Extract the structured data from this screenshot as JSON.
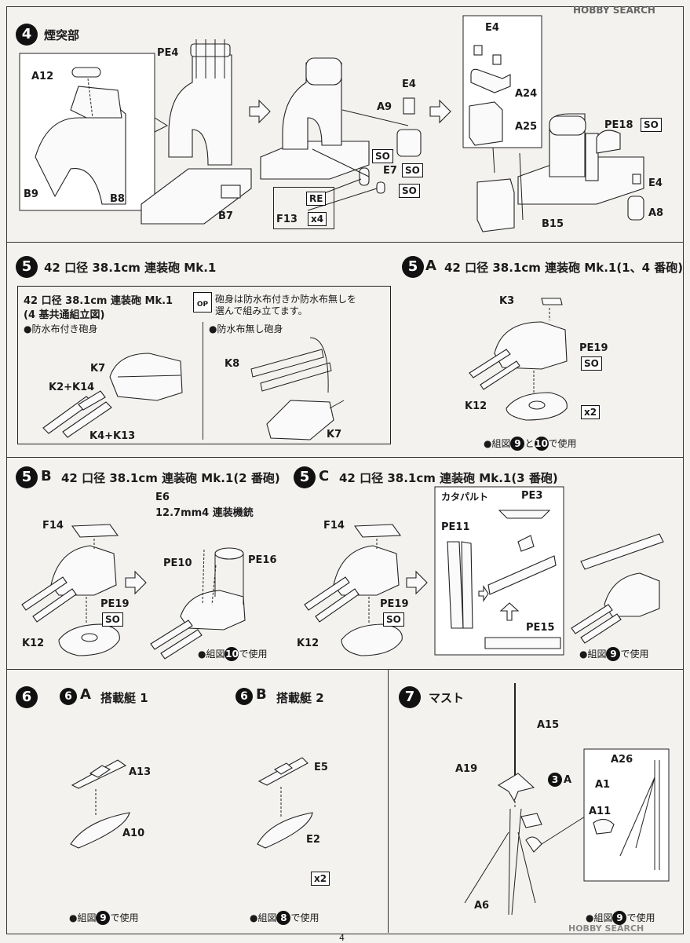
{
  "step4": {
    "num": "4",
    "title": "煙突部",
    "labels": {
      "a12": "A12",
      "pe4": "PE4",
      "b9": "B9",
      "b8": "B8",
      "b7": "B7",
      "a9": "A9",
      "e4a": "E4",
      "e7": "E7",
      "f13": "F13",
      "e4b": "E4",
      "a24": "A24",
      "a25": "A25",
      "pe18": "PE18",
      "e4c": "E4",
      "a8": "A8",
      "b15": "B15"
    },
    "badges": {
      "so1": "SO",
      "so2": "SO",
      "so3": "SO",
      "re": "RE",
      "x4": "x4",
      "so4": "SO"
    }
  },
  "step5": {
    "num": "5",
    "title": "42 口径 38.1cm 連装砲 Mk.1",
    "box_title_1": "42 口径 38.1cm 連装砲 Mk.1",
    "box_title_2": "(4 基共通組立図)",
    "op_note_1": "砲身は防水布付きか防水布無しを",
    "op_note_2": "選んで組み立てます。",
    "op_icon": "OP",
    "left_sub": "●防水布付き砲身",
    "right_sub": "●防水布無し砲身",
    "labels": {
      "k7a": "K7",
      "k2k14": "K2+K14",
      "k4k13": "K4+K13",
      "k8": "K8",
      "k7b": "K7"
    }
  },
  "step5a": {
    "num": "5",
    "letter": "A",
    "title": "42 口径 38.1cm 連装砲 Mk.1(1、4 番砲)",
    "labels": {
      "k3": "K3",
      "pe19": "PE19",
      "k12": "K12"
    },
    "badge_so": "SO",
    "badge_x2": "x2",
    "note": "●組図",
    "note_n1": "9",
    "note_mid": "と",
    "note_n2": "10",
    "note_end": "で使用"
  },
  "step5b": {
    "num": "5",
    "letter": "B",
    "title": "42 口径 38.1cm 連装砲 Mk.1(2 番砲)",
    "labels": {
      "f14": "F14",
      "pe19": "PE19",
      "k12": "K12",
      "e6": "E6",
      "mg": "12.7mm4 連装機銃",
      "pe10": "PE10",
      "pe16": "PE16"
    },
    "badge_so": "SO",
    "note": "●組図",
    "note_n": "10",
    "note_end": "で使用"
  },
  "step5c": {
    "num": "5",
    "letter": "C",
    "title": "42 口径 38.1cm 連装砲 Mk.1(3 番砲)",
    "labels": {
      "f14": "F14",
      "pe19": "PE19",
      "k12": "K12",
      "catapult": "カタパルト",
      "pe3": "PE3",
      "pe11": "PE11",
      "pe15": "PE15"
    },
    "badge_so": "SO",
    "note": "●組図",
    "note_n": "9",
    "note_end": "で使用"
  },
  "step6": {
    "num": "6",
    "a": {
      "letter": "A",
      "title": "搭載艇 1",
      "labels": {
        "a13": "A13",
        "a10": "A10"
      },
      "note": "●組図",
      "note_n": "9",
      "note_end": "で使用"
    },
    "b": {
      "letter": "B",
      "title": "搭載艇 2",
      "labels": {
        "e5": "E5",
        "e2": "E2"
      },
      "badge_x2": "x2",
      "note": "●組図",
      "note_n": "8",
      "note_end": "で使用"
    }
  },
  "step7": {
    "num": "7",
    "title": "マスト",
    "labels": {
      "a15": "A15",
      "a19": "A19",
      "ref3a_n": "3",
      "ref3a_l": "A",
      "a6": "A6",
      "a26": "A26",
      "a1": "A1",
      "a11": "A11"
    },
    "note": "●組図",
    "note_n": "9",
    "note_end": "で使用"
  },
  "watermark": "HOBBY SEARCH",
  "page_number": "4"
}
